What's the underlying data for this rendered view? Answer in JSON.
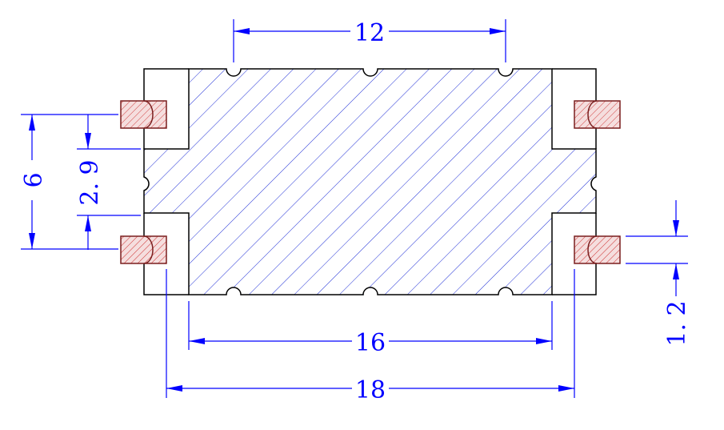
{
  "colors": {
    "outline": "#000000",
    "hatch": "#1f2fd6",
    "dimension": "#0000ff",
    "pad_fill": "#f5dede",
    "pad_hatch": "#d03a3a",
    "pad_outline": "#7a1f1f",
    "background": "#ffffff"
  },
  "dimensions": {
    "top_width": "12",
    "inner_width": "16",
    "outer_width": "18",
    "height": "6",
    "mid_height": "2. 9",
    "pad_height": "1. 2"
  }
}
